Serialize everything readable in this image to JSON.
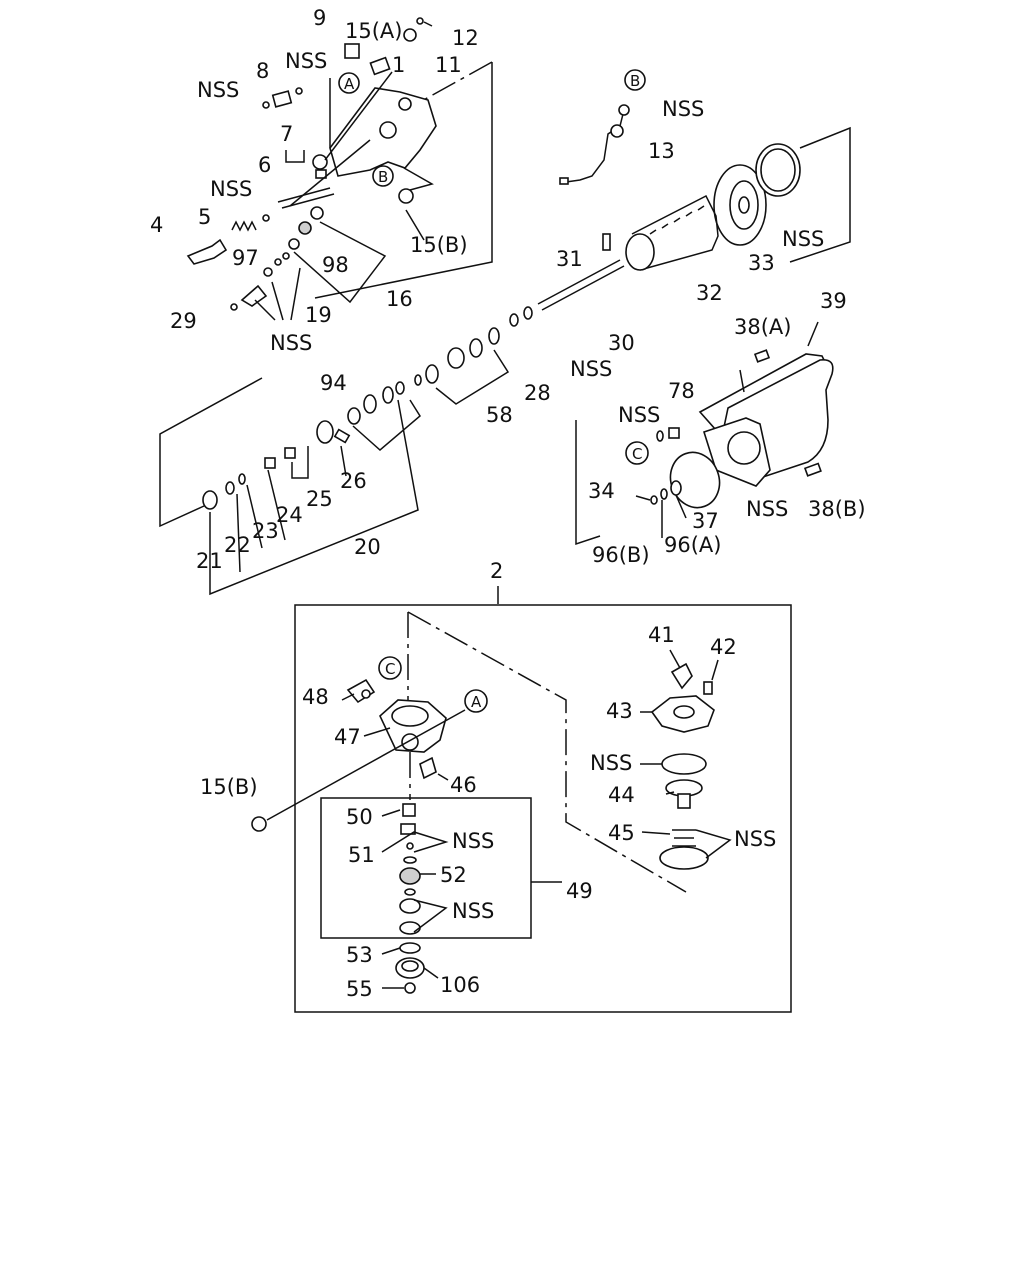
{
  "labels": {
    "l9": "9",
    "l15a": "15(A)",
    "l12": "12",
    "l11": "11",
    "l1": "1",
    "l8": "8",
    "lnss1": "NSS",
    "lnss2": "NSS",
    "l7": "7",
    "l6": "6",
    "lnss3": "NSS",
    "l5": "5",
    "l4": "4",
    "l97": "97",
    "l98": "98",
    "l16": "16",
    "l19": "19",
    "l29": "29",
    "lnss4": "NSS",
    "l15b_top": "15(B)",
    "lnss5": "NSS",
    "l13": "13",
    "l33": "33",
    "lnss6": "NSS",
    "l31": "31",
    "l32": "32",
    "l30": "30",
    "lnss7": "NSS",
    "l28": "28",
    "l94": "94",
    "l58": "58",
    "l26": "26",
    "l25": "25",
    "l24": "24",
    "l23": "23",
    "l22": "22",
    "l21": "21",
    "l20": "20",
    "l39": "39",
    "l38a": "38(A)",
    "l78": "78",
    "lnss8": "NSS",
    "l34": "34",
    "l96b": "96(B)",
    "l96a": "96(A)",
    "l37": "37",
    "lnss9": "NSS",
    "l38b": "38(B)",
    "l2": "2",
    "l48": "48",
    "l47": "47",
    "l46": "46",
    "l15b_low": "15(B)",
    "l41": "41",
    "l42": "42",
    "l43": "43",
    "lnss10": "NSS",
    "l44": "44",
    "l45": "45",
    "lnss11": "NSS",
    "l50": "50",
    "l51": "51",
    "lnss12": "NSS",
    "l52": "52",
    "lnss13": "NSS",
    "l49": "49",
    "l53": "53",
    "l55": "55",
    "l106": "106"
  },
  "callouts": {
    "a_top": "A",
    "b_top": "B",
    "b_mid": "B",
    "c_right": "C",
    "c_low": "C",
    "a_low": "A"
  }
}
